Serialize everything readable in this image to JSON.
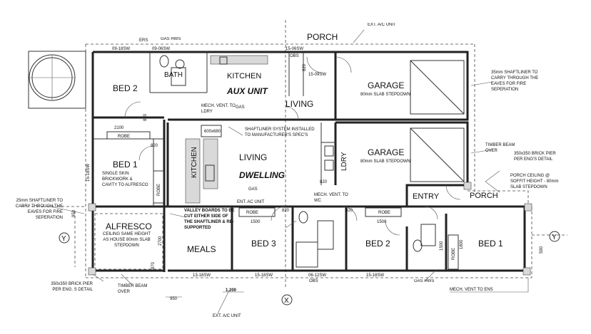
{
  "rooms": {
    "porch_top": "PORCH",
    "bed2_left": "BED 2",
    "bath_left": "BATH",
    "kitchen_aux": "KITCHEN",
    "aux_unit": "AUX UNIT",
    "living_aux": "LIVING",
    "garage_top": "GARAGE",
    "garage_top_sub": "80mm SLAB STEPDOWN",
    "bed1_left": "BED 1",
    "bed1_note": "SINGLE SKIN BRICKWORK & CAVITY TO ALFRESCO",
    "robe_1": "ROBE",
    "robe_2": "ROBE",
    "robe_3": "ROBE",
    "robe_4": "ROBE",
    "robe_5": "ROBE",
    "kitchen_dwelling": "KITCHEN",
    "living_dwelling": "LIVING",
    "dwelling": "DWELLING",
    "garage_mid": "GARAGE",
    "garage_mid_sub": "80mm SLAB STEPDOWN",
    "laundry": "LDRY",
    "entry": "ENTRY",
    "porch_right": "PORCH",
    "alfresco": "ALFRESCO",
    "alfresco_note": "CEILING SAME HEIGHT AS HOUSE 80mm SLAB STEPDOWN",
    "meals": "MEALS",
    "bed3": "BED 3",
    "bed2_right": "BED 2",
    "bed1_right": "BED 1",
    "ent_ac_unit": "ENT. AC UNIT"
  },
  "notes": {
    "ext_ac_top": "EXT. A/C UNIT",
    "shaftliner_right": "35mm SHAFTLINER TO CARRY THROUGH THE EAVES FOR FIRE SEPERATION",
    "shaftliner_system": "SHAFTLINER SYSTEM INSTALLED TO MANUFACTURER'S SPEC'S",
    "mech_vent_ldry": "MECH. VENT. TO LDRY",
    "timber_beam_right": "TIMBER BEAM OVER",
    "brick_pier_right": "350x350 BRICK PIER PER ENG'S DETAIL",
    "porch_ceiling": "PORCH CEILING @ SOFFIT HEIGHT - 80mm SLAB STEPDOWN",
    "shaftliner_left": "25mm SHAFTLINER TO CARRY THROUGH THE EAVES FOR FIRE SEPERATION",
    "valley_boards": "VALLEY BOARDS TO BE CUT EITHER SIDE OF THE SHAFTLINER & RE-SUPPORTED",
    "mech_vent_wc": "MECH. VENT. TO WC",
    "brick_pier_left": "350x350 BRICK PIER PER ENG. S DETAIL",
    "timber_beam_left": "TIMBER BEAM OVER",
    "ext_ac_bottom": "EXT. A/C UNIT",
    "mech_vent_ens": "MECH. VENT TO ENS",
    "gas_hws": "GAS HWS",
    "gas_top": "GAS HWS",
    "gas_mid": "GAS",
    "gas_lower": "GAS",
    "ers": "ERS",
    "obs": "OBS",
    "obs_bottom": "OBS"
  },
  "windows": {
    "w1": "09-18SW",
    "w2": "09-06SW",
    "w3": "15-06SW",
    "w4": "15-09SW",
    "w5": "13-18SW",
    "w6": "15-18SW",
    "w7": "06-12SW",
    "w8": "15-18SW",
    "w9": "15-18SW"
  },
  "dims": {
    "d820_a": "820",
    "d820_b": "820",
    "d820_c": "820",
    "d820_d": "820",
    "d820_e": "820",
    "d820_f": "820",
    "d2100": "2100",
    "d1500_a": "1500",
    "d1500_b": "1500",
    "d1500_c": "1500",
    "d1200": "1,200",
    "d950_bottom": "950",
    "d950_left": "950",
    "d590": "590",
    "d1800": "1800",
    "d2700": "2700",
    "d870": "870",
    "fridge": "600x680"
  },
  "markers": {
    "y_left": "Y",
    "y_right": "Y",
    "x_bottom": "X"
  }
}
